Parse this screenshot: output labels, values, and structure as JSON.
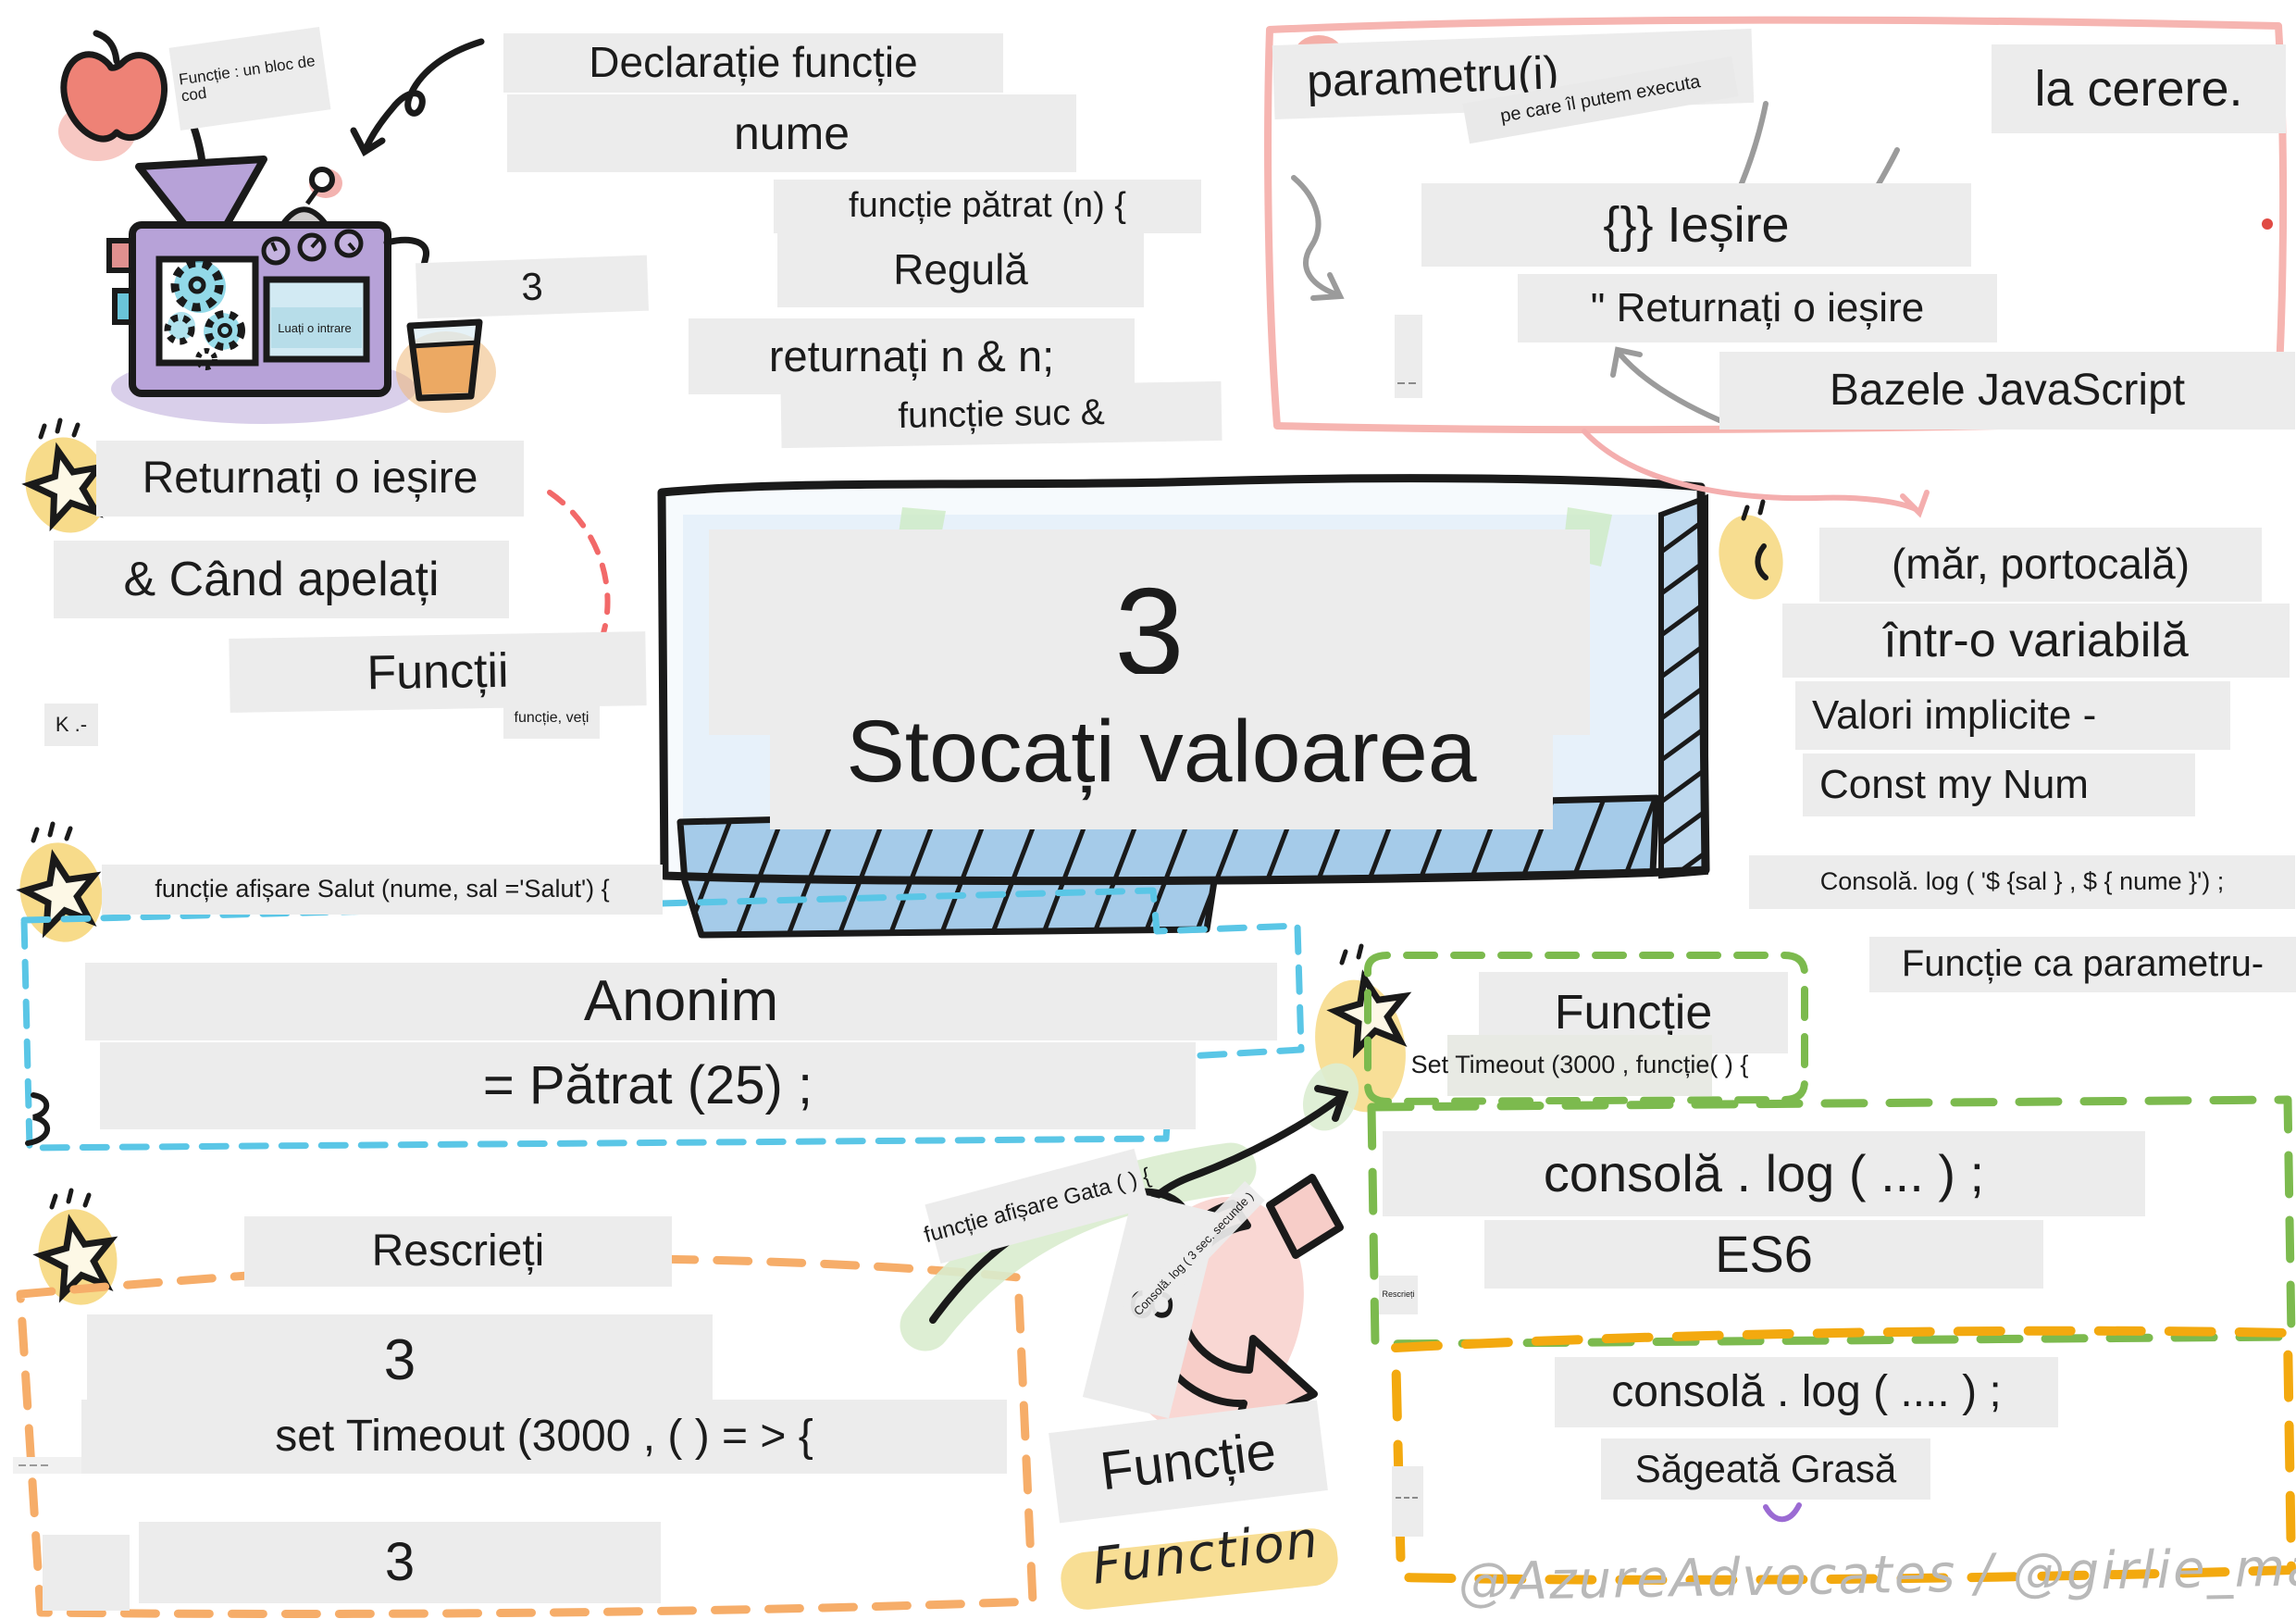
{
  "machine": {
    "caption": "Funcție : un bloc de cod",
    "screen": "Luați o intrare",
    "output_value": "3"
  },
  "top": {
    "declaration": "Declarație funcție",
    "name": "nume",
    "code_square": "funcție pătrat (n) {",
    "rule": "Regulă",
    "return_code": "returnați n & n;",
    "juice_code": "funcție suc &"
  },
  "pink_box": {
    "parameters": "parametru(i)",
    "execute_note": "pe care îl putem executa",
    "on_demand": "la cerere.",
    "output": "{}} Ieșire",
    "return_output": "\" Returnați o ieșire",
    "title": "Bazele JavaScript"
  },
  "left": {
    "return_output": "Returnați o ieșire",
    "when_call": "& Când apelați",
    "functions": "Funcții",
    "k_note": "K .-",
    "func_note": "funcție, veți"
  },
  "center": {
    "value": "3",
    "store": "Stocați valoarea"
  },
  "right": {
    "args": "(măr, portocală)",
    "in_variable": "într-o variabilă",
    "defaults": "Valori implicite -",
    "const_code": "Const my Num",
    "console_code": "Consolă. log ( '$ {sal } , $ { nume }') ;",
    "func_as_param": "Funcție ca parametru-"
  },
  "anonymous": {
    "code_header": "funcție afișare Salut (nume, sal ='Salut') {",
    "title": "Anonim",
    "code": "= Pătrat (25) ;"
  },
  "rewrite": {
    "title": "Rescrieți",
    "value_top": "3",
    "code": "set Timeout (3000 , ( ) = > {",
    "value_bottom": "3"
  },
  "callback": {
    "code_header": "funcție afișare Gata ( ) {",
    "value": "3",
    "arrow_note": "Consolă. log ( 3 sec. secunde )",
    "func_ro": "Funcție",
    "func_en": "Function"
  },
  "es6_box": {
    "title": "Funcție",
    "settimeout_code": "Set Timeout (3000 , funcție( ) {",
    "console_code": "consolă . log ( ... ) ;",
    "label": "ES6",
    "tiny_note": "Rescrieți"
  },
  "arrow_fn_box": {
    "console_code": "consolă . log ( .... ) ;",
    "label": "Săgeată Grasă"
  },
  "credit": "@AzureAdvocates / @girlie_mac",
  "colors": {
    "pink_border": "#f6b5b1",
    "blue_dash": "#5ac6e6",
    "orange_dash": "#f6ad69",
    "green_dash": "#7cba4e",
    "yellow_dash": "#f3a90f",
    "red_dash": "#f26969",
    "star_yellow": "#f6d77d",
    "machine_purple": "#b7a2d8",
    "juice_orange": "#eca963",
    "highlight_yellow": "#f8dc8e",
    "label_gray": "#ececec"
  }
}
